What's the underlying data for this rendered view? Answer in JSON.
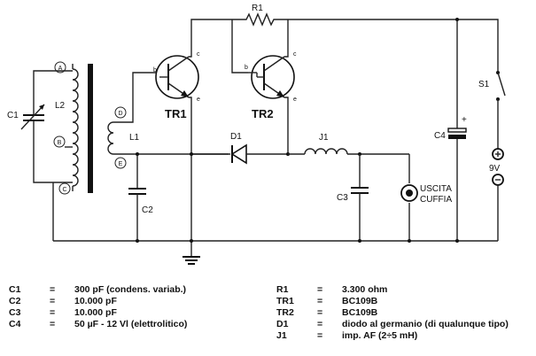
{
  "schematic": {
    "labels": {
      "R1": "R1",
      "TR1": "TR1",
      "TR2": "TR2",
      "D1": "D1",
      "J1": "J1",
      "C1": "C1",
      "C2": "C2",
      "C3": "C3",
      "C4": "C4",
      "L1": "L1",
      "L2": "L2",
      "S1": "S1",
      "battery": "9V",
      "plus": "+",
      "output_line1": "USCITA",
      "output_line2": "CUFFIA"
    },
    "pins": {
      "base": "b",
      "collector": "c",
      "emitter": "e"
    },
    "taps": {
      "A": "A",
      "B": "B",
      "C": "C",
      "D": "D",
      "E": "E"
    }
  },
  "parts_list": {
    "left": [
      {
        "name": "C1",
        "eq": "=",
        "value": "300 pF (condens. variab.)"
      },
      {
        "name": "C2",
        "eq": "=",
        "value": "10.000 pF"
      },
      {
        "name": "C3",
        "eq": "=",
        "value": "10.000 pF"
      },
      {
        "name": "C4",
        "eq": "=",
        "value": "50 µF - 12 Vl (elettrolitico)"
      }
    ],
    "right": [
      {
        "name": "R1",
        "eq": "=",
        "value": "3.300 ohm"
      },
      {
        "name": "TR1",
        "eq": "=",
        "value": "BC109B"
      },
      {
        "name": "TR2",
        "eq": "=",
        "value": "BC109B"
      },
      {
        "name": "D1",
        "eq": "=",
        "value": "diodo al germanio (di qualunque tipo)"
      },
      {
        "name": "J1",
        "eq": "=",
        "value": "imp. AF (2÷5 mH)"
      }
    ]
  }
}
